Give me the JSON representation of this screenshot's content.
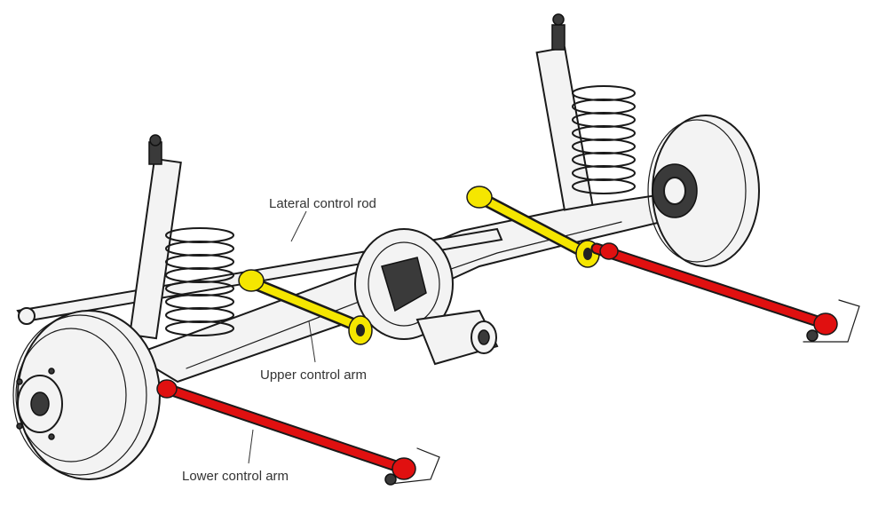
{
  "labels": {
    "lateral_control_rod": "Lateral control rod",
    "upper_control_arm": "Upper control arm",
    "lower_control_arm": "Lower control arm"
  },
  "colors": {
    "upper_control_arm": "#f5e600",
    "lower_control_arm": "#e01010",
    "line_art": "#1a1a1a",
    "background": "#ffffff"
  }
}
